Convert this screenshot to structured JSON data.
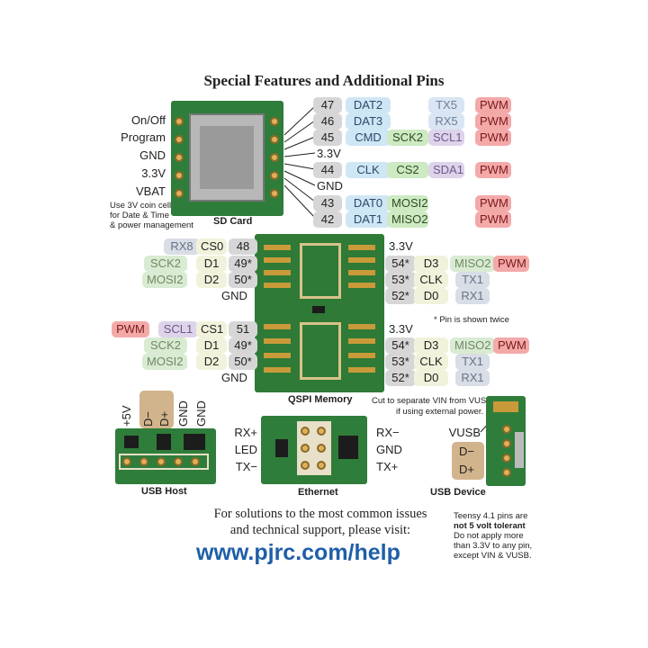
{
  "title": "Special Features and Additional Pins",
  "sdcard": {
    "left_labels": [
      "On/Off",
      "Program",
      "GND",
      "3.3V",
      "VBAT"
    ],
    "vbat_note": [
      "Use 3V coin cell",
      "for Date & Time",
      "& power management"
    ],
    "caption": "SD Card",
    "pins": [
      "47",
      "46",
      "45",
      "3.3V",
      "44",
      "GND",
      "43",
      "42"
    ],
    "dat": [
      "DAT2",
      "DAT3",
      "CMD",
      "CLK",
      "DAT0",
      "DAT1"
    ],
    "spi": [
      "SCK2",
      "CS2",
      "MOSI2",
      "MISO2"
    ],
    "serial": [
      "TX5",
      "RX5"
    ],
    "i2c": [
      "SCL1",
      "SDA1"
    ],
    "pwm": "PWM"
  },
  "qspi": {
    "caption": "QSPI Memory",
    "top_left": {
      "rx": "RX8",
      "sck": "SCK2",
      "mosi": "MOSI2",
      "cs": "CS0",
      "d1": "D1",
      "d2": "D2",
      "p48": "48",
      "p49": "49*",
      "p50": "50*",
      "gnd": "GND"
    },
    "top_right": {
      "v": "3.3V",
      "p54": "54*",
      "p53": "53*",
      "p52": "52*",
      "d3": "D3",
      "clk": "CLK",
      "d0": "D0",
      "miso": "MISO2",
      "pwm": "PWM",
      "tx": "TX1",
      "rx": "RX1"
    },
    "bottom_left": {
      "pwm": "PWM",
      "scl": "SCL1",
      "sck": "SCK2",
      "mosi": "MOSI2",
      "cs": "CS1",
      "d1": "D1",
      "d2": "D2",
      "p51": "51",
      "p49": "49*",
      "p50": "50*",
      "gnd": "GND"
    },
    "bottom_right": {
      "v": "3.3V",
      "p54": "54*",
      "p53": "53*",
      "p52": "52*",
      "d3": "D3",
      "clk": "CLK",
      "d0": "D0",
      "miso": "MISO2",
      "pwm": "PWM",
      "tx": "TX1",
      "rx": "RX1"
    },
    "note": "* Pin is shown twice"
  },
  "usbhost": {
    "pins": [
      "+5V",
      "D−",
      "D+",
      "GND",
      "GND"
    ],
    "caption": "USB Host"
  },
  "ethernet": {
    "left": [
      "RX+",
      "LED",
      "TX−"
    ],
    "right": [
      "RX−",
      "GND",
      "TX+"
    ],
    "caption": "Ethernet"
  },
  "usbdevice": {
    "note": [
      "Cut to separate VIN from VUSB,",
      "if using external power."
    ],
    "labels": [
      "VUSB",
      "D−",
      "D+"
    ],
    "caption": "USB Device"
  },
  "footer": {
    "line1": "For solutions to the most common issues",
    "line2": "and technical support, please visit:",
    "url": "www.pjrc.com/help",
    "warn1": "Teensy 4.1 pins are",
    "warn2": "not 5 volt tolerant",
    "warn3": "Do not apply more",
    "warn4": "than 3.3V to any pin,",
    "warn5": "except VIN & VUSB."
  }
}
